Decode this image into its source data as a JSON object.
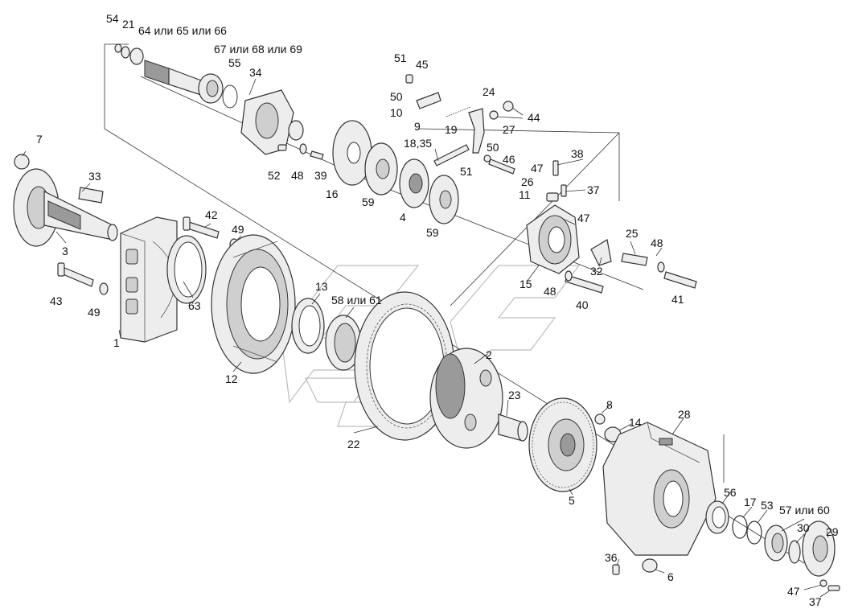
{
  "labels": [
    {
      "id": "54",
      "text": "54"
    },
    {
      "id": "21",
      "text": "21"
    },
    {
      "id": "64",
      "text": "64 или 65 или 66"
    },
    {
      "id": "67",
      "text": "67 или 68 или 69"
    },
    {
      "id": "55",
      "text": "55"
    },
    {
      "id": "34",
      "text": "34"
    },
    {
      "id": "51a",
      "text": "51"
    },
    {
      "id": "45",
      "text": "45"
    },
    {
      "id": "50a",
      "text": "50"
    },
    {
      "id": "10",
      "text": "10"
    },
    {
      "id": "9",
      "text": "9"
    },
    {
      "id": "24",
      "text": "24"
    },
    {
      "id": "19",
      "text": "19"
    },
    {
      "id": "27",
      "text": "27"
    },
    {
      "id": "44",
      "text": "44"
    },
    {
      "id": "7",
      "text": "7"
    },
    {
      "id": "33",
      "text": "33"
    },
    {
      "id": "18",
      "text": "18,35"
    },
    {
      "id": "50b",
      "text": "50"
    },
    {
      "id": "46",
      "text": "46"
    },
    {
      "id": "38",
      "text": "38"
    },
    {
      "id": "52",
      "text": "52"
    },
    {
      "id": "48a",
      "text": "48"
    },
    {
      "id": "39",
      "text": "39"
    },
    {
      "id": "16",
      "text": "16"
    },
    {
      "id": "51b",
      "text": "51"
    },
    {
      "id": "47a",
      "text": "47"
    },
    {
      "id": "26",
      "text": "26"
    },
    {
      "id": "37a",
      "text": "37"
    },
    {
      "id": "11",
      "text": "11"
    },
    {
      "id": "59a",
      "text": "59"
    },
    {
      "id": "4",
      "text": "4"
    },
    {
      "id": "42",
      "text": "42"
    },
    {
      "id": "49a",
      "text": "49"
    },
    {
      "id": "47b",
      "text": "47"
    },
    {
      "id": "59b",
      "text": "59"
    },
    {
      "id": "3",
      "text": "3"
    },
    {
      "id": "25",
      "text": "25"
    },
    {
      "id": "48b",
      "text": "48"
    },
    {
      "id": "32",
      "text": "32"
    },
    {
      "id": "15",
      "text": "15"
    },
    {
      "id": "13",
      "text": "13"
    },
    {
      "id": "58",
      "text": "58 или 61"
    },
    {
      "id": "48c",
      "text": "48"
    },
    {
      "id": "43",
      "text": "43"
    },
    {
      "id": "49b",
      "text": "49"
    },
    {
      "id": "63",
      "text": "63"
    },
    {
      "id": "40",
      "text": "40"
    },
    {
      "id": "41",
      "text": "41"
    },
    {
      "id": "1",
      "text": "1"
    },
    {
      "id": "2",
      "text": "2"
    },
    {
      "id": "12",
      "text": "12"
    },
    {
      "id": "23",
      "text": "23"
    },
    {
      "id": "8",
      "text": "8"
    },
    {
      "id": "28",
      "text": "28"
    },
    {
      "id": "14",
      "text": "14"
    },
    {
      "id": "22",
      "text": "22"
    },
    {
      "id": "5",
      "text": "5"
    },
    {
      "id": "56",
      "text": "56"
    },
    {
      "id": "17",
      "text": "17"
    },
    {
      "id": "53",
      "text": "53"
    },
    {
      "id": "57",
      "text": "57 или 60"
    },
    {
      "id": "30",
      "text": "30"
    },
    {
      "id": "29",
      "text": "29"
    },
    {
      "id": "36",
      "text": "36"
    },
    {
      "id": "6",
      "text": "6"
    },
    {
      "id": "47c",
      "text": "47"
    },
    {
      "id": "37b",
      "text": "37"
    }
  ],
  "colors": {
    "line": "#333333",
    "part_fill": "#ededed",
    "part_dark": "#9a9a9a",
    "watermark": "#bdbdbd"
  }
}
